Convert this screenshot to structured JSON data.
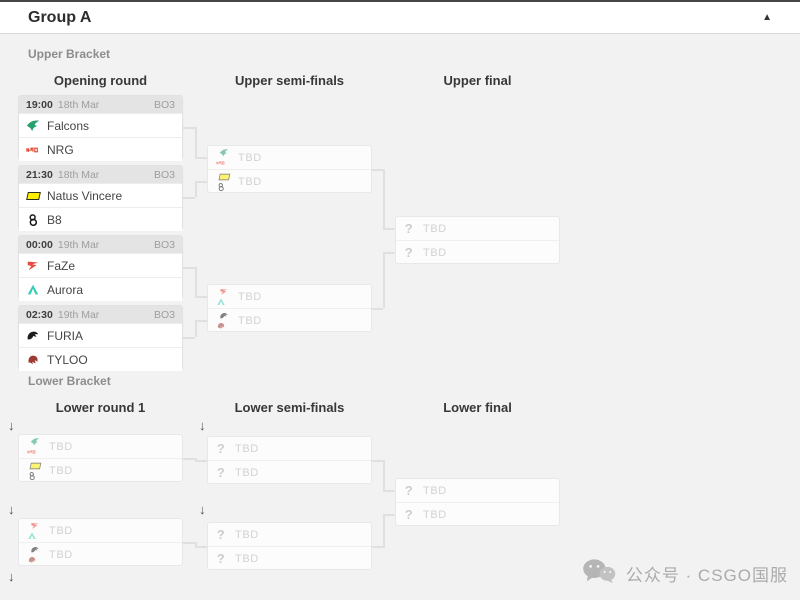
{
  "header": {
    "title": "Group A",
    "collapse_icon": "▲"
  },
  "glyphs": {
    "question": "?",
    "drop_arrow": "↓"
  },
  "upper_bracket": {
    "section_label": "Upper Bracket",
    "column_headers": [
      "Opening round",
      "Upper semi-finals",
      "Upper final"
    ],
    "opening_round": [
      {
        "time": "19:00",
        "date": "18th Mar",
        "format": "BO3",
        "team1": {
          "name": "Falcons",
          "icon": "falcons-logo"
        },
        "team2": {
          "name": "NRG",
          "icon": "nrg-logo"
        }
      },
      {
        "time": "21:30",
        "date": "18th Mar",
        "format": "BO3",
        "team1": {
          "name": "Natus Vincere",
          "icon": "navi-logo"
        },
        "team2": {
          "name": "B8",
          "icon": "b8-logo"
        }
      },
      {
        "time": "00:00",
        "date": "19th Mar",
        "format": "BO3",
        "team1": {
          "name": "FaZe",
          "icon": "faze-logo"
        },
        "team2": {
          "name": "Aurora",
          "icon": "aurora-logo"
        }
      },
      {
        "time": "02:30",
        "date": "19th Mar",
        "format": "BO3",
        "team1": {
          "name": "FURIA",
          "icon": "furia-logo"
        },
        "team2": {
          "name": "TYLOO",
          "icon": "tyloo-logo"
        }
      }
    ],
    "semi_finals": [
      {
        "slot1": {
          "label": "TBD",
          "icons": [
            "falcons-logo",
            "nrg-logo"
          ]
        },
        "slot2": {
          "label": "TBD",
          "icons": [
            "navi-logo",
            "b8-logo"
          ]
        }
      },
      {
        "slot1": {
          "label": "TBD",
          "icons": [
            "faze-logo",
            "aurora-logo"
          ]
        },
        "slot2": {
          "label": "TBD",
          "icons": [
            "furia-logo",
            "tyloo-logo"
          ]
        }
      }
    ],
    "final": {
      "slot1": {
        "label": "TBD"
      },
      "slot2": {
        "label": "TBD"
      }
    }
  },
  "lower_bracket": {
    "section_label": "Lower Bracket",
    "column_headers": [
      "Lower round 1",
      "Lower semi-finals",
      "Lower final"
    ],
    "round1": [
      {
        "slot1": {
          "label": "TBD",
          "icons": [
            "falcons-logo",
            "nrg-logo"
          ]
        },
        "slot2": {
          "label": "TBD",
          "icons": [
            "navi-logo",
            "b8-logo"
          ]
        }
      },
      {
        "slot1": {
          "label": "TBD",
          "icons": [
            "faze-logo",
            "aurora-logo"
          ]
        },
        "slot2": {
          "label": "TBD",
          "icons": [
            "furia-logo",
            "tyloo-logo"
          ]
        }
      }
    ],
    "semi_finals": [
      {
        "slot1": {
          "label": "TBD"
        },
        "slot2": {
          "label": "TBD"
        }
      },
      {
        "slot1": {
          "label": "TBD"
        },
        "slot2": {
          "label": "TBD"
        }
      }
    ],
    "final": {
      "slot1": {
        "label": "TBD"
      },
      "slot2": {
        "label": "TBD"
      }
    }
  },
  "watermark": {
    "icon": "wechat-logo",
    "text": "公众号 · CSGO国服"
  },
  "colors": {
    "page_background": "#f2f2f3",
    "falcons_green": "#27a06e",
    "nrg_red": "#e8503a",
    "navi_yellow": "#ffef00",
    "faze_red": "#e84a3f",
    "aurora_teal": "#35cdb4",
    "furia_black": "#1d1d1d",
    "tyloo_red": "#9c3b32"
  }
}
